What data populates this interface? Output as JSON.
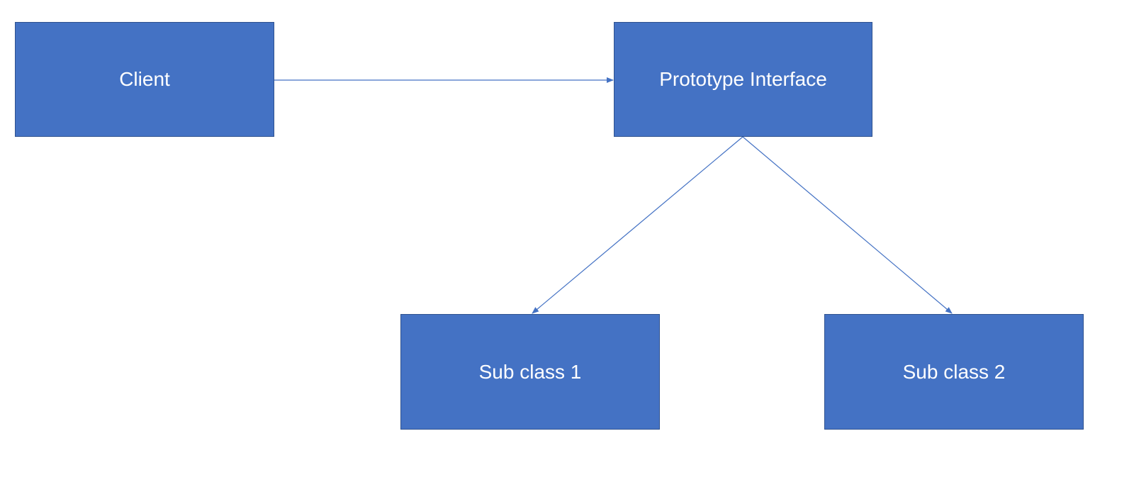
{
  "colors": {
    "box_fill": "#4472c4",
    "box_border": "#2f528f",
    "connector": "#4472c4",
    "label": "#ffffff",
    "background": "#ffffff"
  },
  "nodes": {
    "client": {
      "label": "Client"
    },
    "prototype": {
      "label": "Prototype Interface"
    },
    "sub1": {
      "label": "Sub class 1"
    },
    "sub2": {
      "label": "Sub class 2"
    }
  },
  "connections": [
    {
      "from": "client",
      "to": "prototype",
      "arrow": "end"
    },
    {
      "from": "prototype",
      "to": "sub1",
      "arrow": "end"
    },
    {
      "from": "prototype",
      "to": "sub2",
      "arrow": "end"
    }
  ]
}
